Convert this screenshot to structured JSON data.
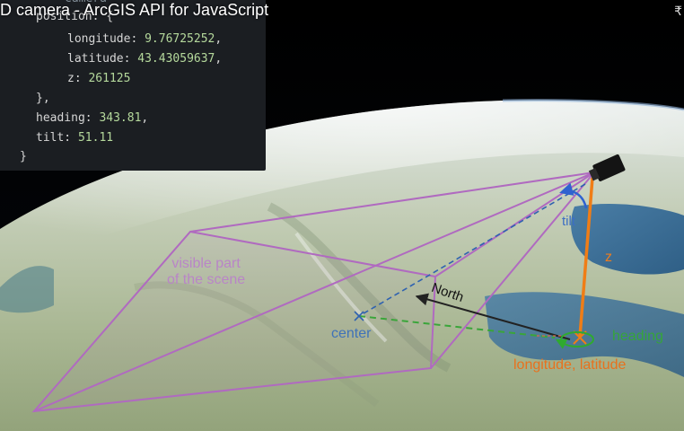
{
  "video": {
    "title": "D camera - ArcGIS API for JavaScript",
    "corner_glyph": "₹"
  },
  "code": {
    "ghost": "camera",
    "position_key": "position: {",
    "longitude_key": "longitude: ",
    "longitude_value": "9.76725252",
    "latitude_key": "latitude: ",
    "latitude_value": "43.43059637",
    "z_key": "z: ",
    "z_value": "261125",
    "position_close": "},",
    "heading_key": "heading: ",
    "heading_value": "343.81",
    "tilt_key": "tilt: ",
    "tilt_value": "51.11",
    "close": "}"
  },
  "diagram": {
    "visible_label_line1": "visible part",
    "visible_label_line2": "of the scene",
    "center_label": "center",
    "north_label": "North",
    "tilt_label": "tilt",
    "z_label": "z",
    "heading_label": "heading",
    "lonlat_label": "longitude, latitude"
  },
  "colors": {
    "frustum": "#b06ac0",
    "center_line": "#2f62b0",
    "ground_line": "#3aa53a",
    "altitude": "#f07d16",
    "north_arrow": "#222222",
    "tilt_arc": "#2f62d0",
    "heading_ring": "#2faa2f"
  }
}
